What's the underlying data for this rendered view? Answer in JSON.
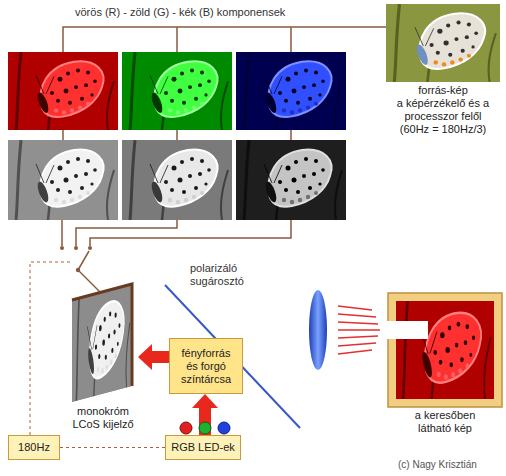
{
  "diagram": {
    "nodes": [
      {
        "text": [
          "forrás-kép",
          "a képérzékelő és a processzor felől (60Hz = 180Hz/3)"
        ]
      },
      {
        "text": [
          "monokróm LCoS kijelző"
        ]
      },
      {
        "text": [
          "fényforrás és forgó színtárcsa"
        ]
      },
      {
        "text": [
          "a keresőben látható kép"
        ]
      },
      {
        "text": [
          "180Hz"
        ]
      },
      {
        "text": [
          "RGB LED-ek"
        ]
      }
    ],
    "edges": [
      {
        "from": 5,
        "to": 2,
        "arrow": "to"
      },
      {
        "from": 2,
        "to": 1,
        "arrow": "to"
      },
      {
        "from": 4,
        "to": 5,
        "arrow": "none"
      }
    ],
    "labels": [
      "vörös (R) - zöld (G) - kék (B) komponensek",
      "polarizáló sugárosztó",
      "(c) Nagy Krisztián"
    ]
  }
}
